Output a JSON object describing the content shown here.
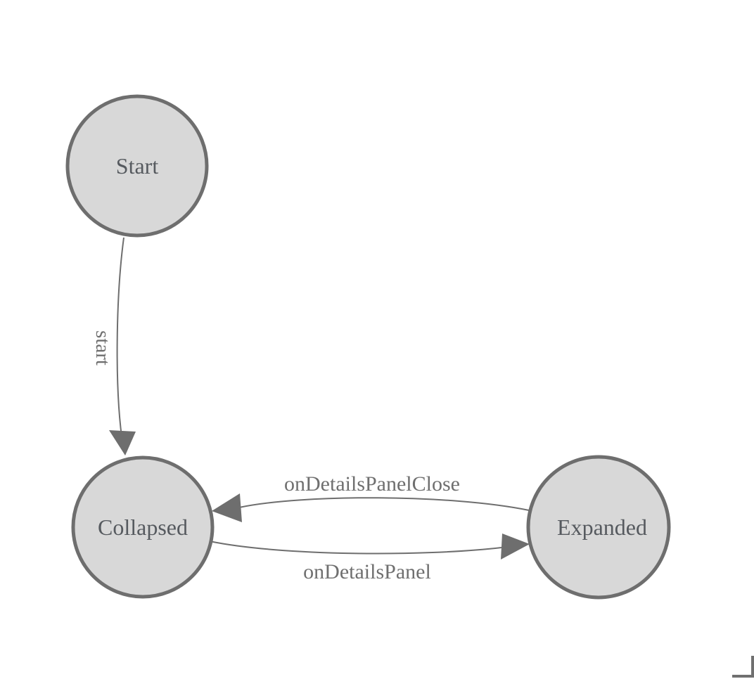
{
  "diagram": {
    "type": "state-machine",
    "nodes": [
      {
        "id": "start",
        "label": "Start"
      },
      {
        "id": "collapsed",
        "label": "Collapsed"
      },
      {
        "id": "expanded",
        "label": "Expanded"
      }
    ],
    "edges": [
      {
        "from": "Start",
        "to": "Collapsed",
        "label": "start"
      },
      {
        "from": "Expanded",
        "to": "Collapsed",
        "label": "onDetailsPanelClose"
      },
      {
        "from": "Collapsed",
        "to": "Expanded",
        "label": "onDetailsPanel"
      }
    ],
    "colors": {
      "background": "#ffffff",
      "node_fill": "#d8d8d8",
      "node_border": "#6e6e6e",
      "edge_line": "#6e6e6e",
      "arrowhead": "#6e6e6e",
      "node_text": "#565a5f",
      "edge_text": "#6f6f6f",
      "corner_mark": "#707070"
    }
  }
}
